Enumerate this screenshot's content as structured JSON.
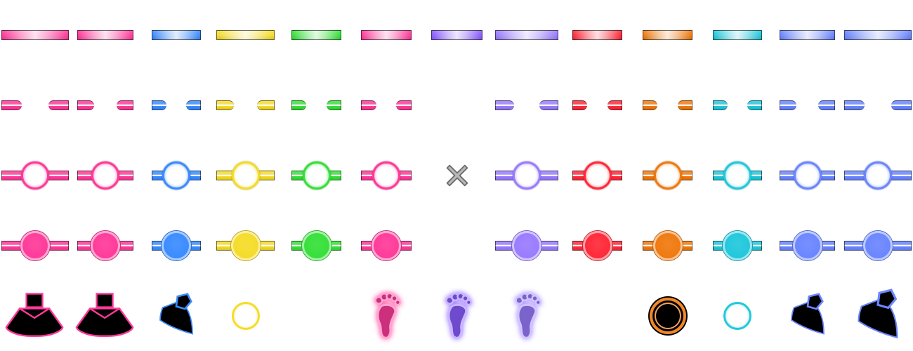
{
  "sheet": {
    "columns": [
      {
        "key": "pink-1",
        "color": "#ff3b9a",
        "icon": "note-body-icon"
      },
      {
        "key": "pink-2",
        "color": "#ff3b9a",
        "icon": "note-body-icon"
      },
      {
        "key": "blue-1",
        "color": "#3b8cff",
        "icon": "note-wing-icon"
      },
      {
        "key": "yellow",
        "color": "#f5dc2a",
        "icon": "ring-icon"
      },
      {
        "key": "green",
        "color": "#37e03a",
        "icon": ""
      },
      {
        "key": "pink-3",
        "color": "#ff3b9a",
        "icon": "footprint-icon"
      },
      {
        "key": "violet-1",
        "color": "#8a5cff",
        "icon": "footprint-icon",
        "miss": "x-mark-icon"
      },
      {
        "key": "violet-2",
        "color": "#9a7cff",
        "icon": "footprint-icon"
      },
      {
        "key": "red",
        "color": "#ff2a3a",
        "icon": ""
      },
      {
        "key": "orange",
        "color": "#f07a10",
        "icon": "dark-orb-icon"
      },
      {
        "key": "cyan",
        "color": "#22c8dc",
        "icon": "ring-icon"
      },
      {
        "key": "blue-2",
        "color": "#6b86ff",
        "icon": "note-wing-icon"
      },
      {
        "key": "blue-3",
        "color": "#6b86ff",
        "icon": "note-wing-icon"
      }
    ],
    "rows": [
      "full-bar",
      "split-bar",
      "ring-note",
      "filled-note",
      "special"
    ]
  }
}
